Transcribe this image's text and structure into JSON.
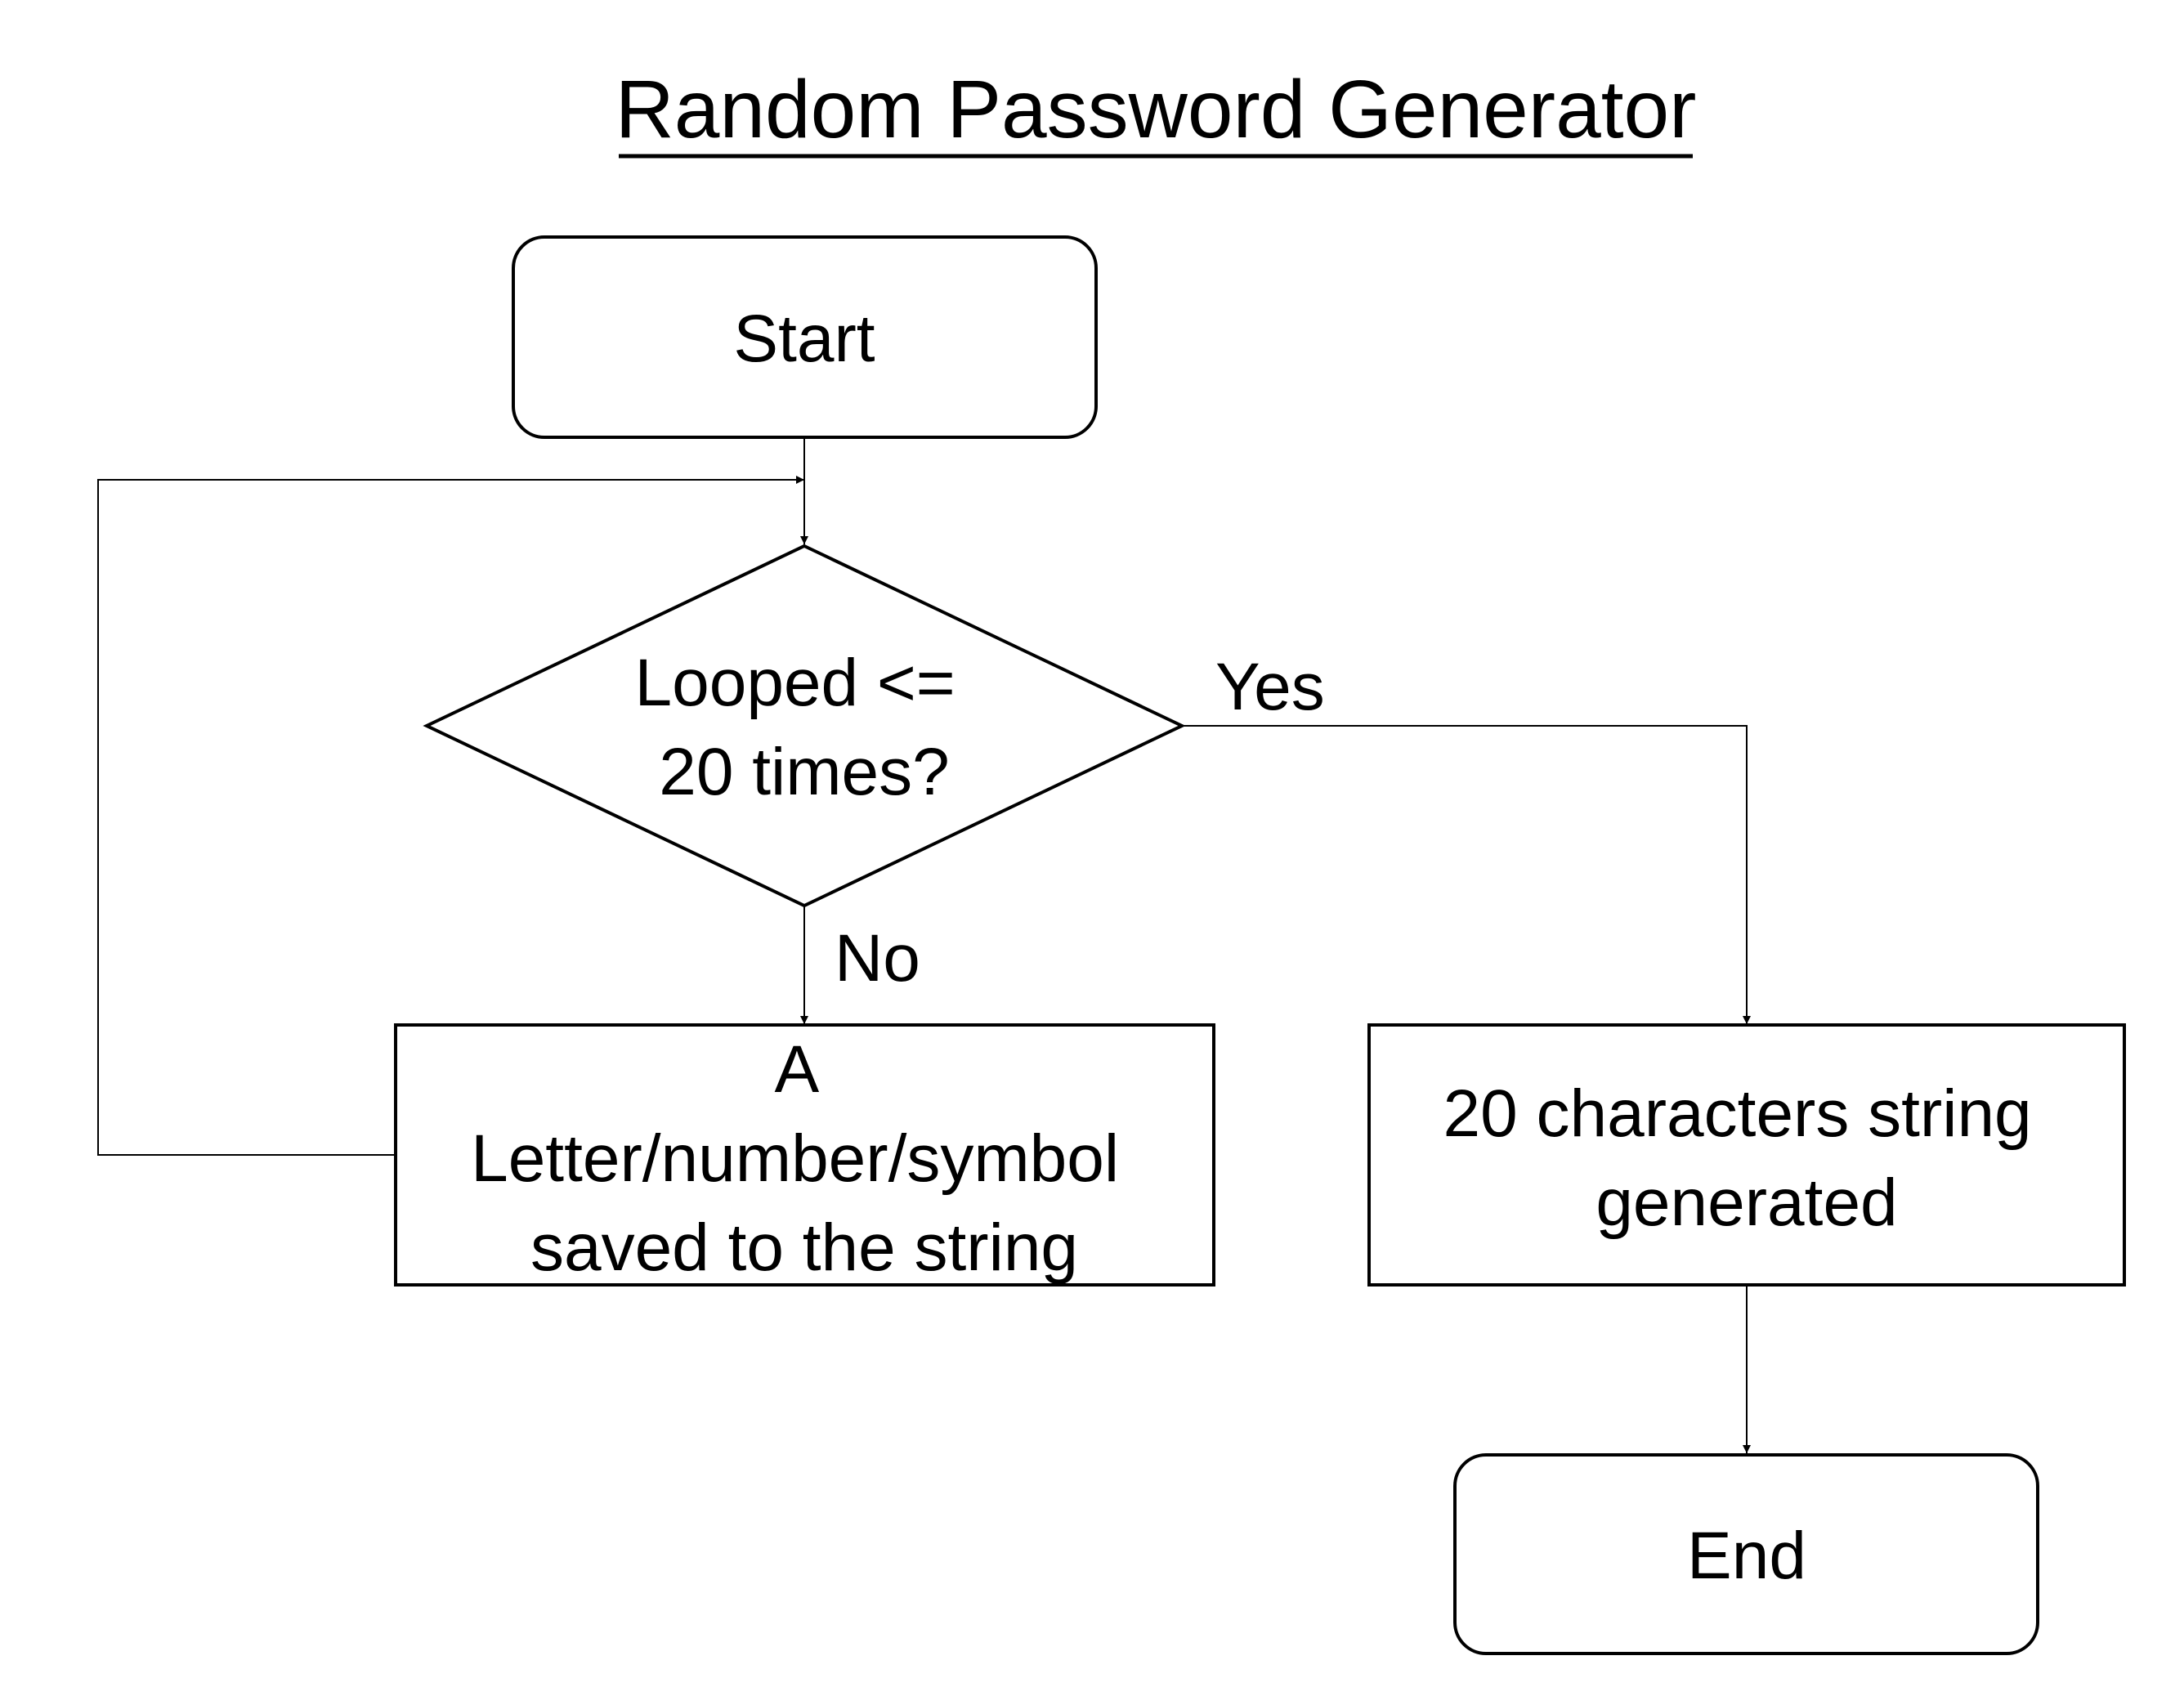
{
  "title": "Random Password Generator",
  "nodes": {
    "start": {
      "label": "Start"
    },
    "decision": {
      "lines": [
        "Looped <=",
        "20 times?"
      ]
    },
    "process_a": {
      "lines": [
        "A",
        "Letter/number/symbol",
        "saved to the string"
      ]
    },
    "process_b": {
      "lines": [
        "20 characters string",
        "generated"
      ]
    },
    "end": {
      "label": "End"
    }
  },
  "edges": {
    "yes_label": "Yes",
    "no_label": "No"
  }
}
